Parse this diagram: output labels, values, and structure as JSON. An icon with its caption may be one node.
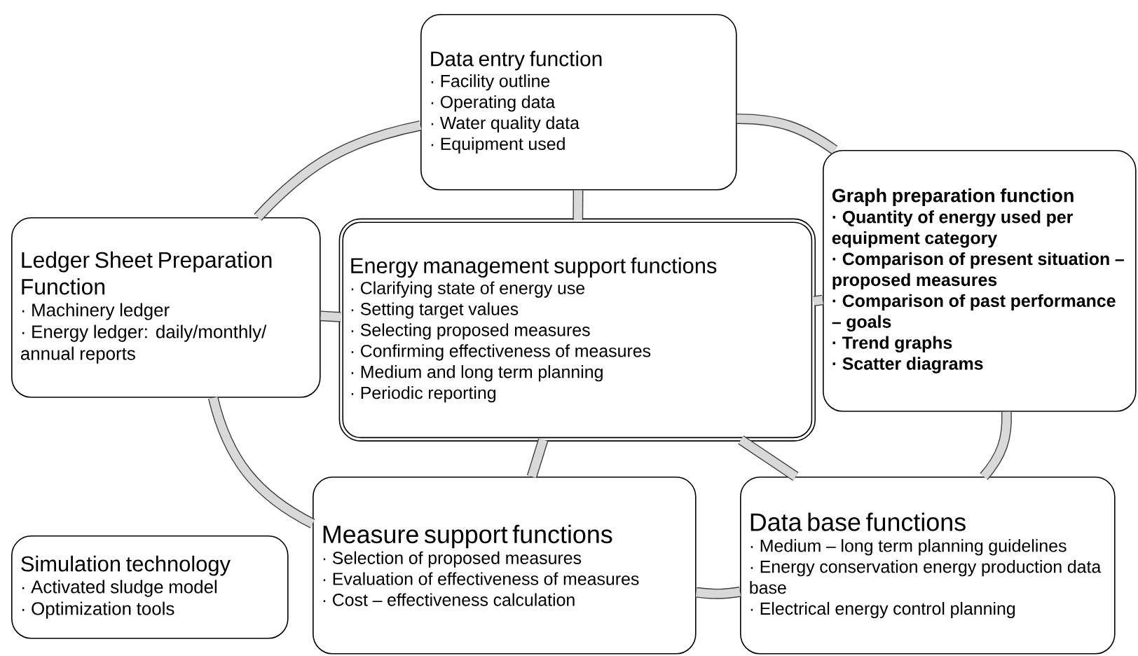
{
  "diagram": {
    "nodes": [
      {
        "text": [
          "Data entry function",
          "· Facility outline",
          "· Operating data",
          "· Water quality data",
          "· Equipment used"
        ]
      },
      {
        "text": [
          "Graph preparation function",
          "· Quantity of energy used per equipment category",
          "· Comparison of present situation – proposed measures",
          "· Comparison of past performance – goals",
          "· Trend graphs",
          "· Scatter diagrams"
        ]
      },
      {
        "text": [
          "Ledger Sheet Preparation Function",
          "· Machinery ledger",
          "· Energy ledger: daily/monthly/ annual reports"
        ]
      },
      {
        "text": [
          "Energy management support functions",
          "· Clarifying state of energy use",
          "· Setting target values",
          "· Selecting proposed measures",
          "· Confirming effectiveness of measures",
          "· Medium and long term planning",
          "· Periodic reporting"
        ]
      },
      {
        "text": [
          "Measure support functions",
          "· Selection of proposed measures",
          "· Evaluation of effectiveness of measures",
          "· Cost – effectiveness calculation"
        ]
      },
      {
        "text": [
          "Data base functions",
          "· Medium – long term planning guidelines",
          "· Energy conservation energy production data base",
          "· Electrical energy control planning"
        ]
      },
      {
        "text": [
          "Simulation technology",
          "· Activated sludge model",
          "· Optimization tools"
        ]
      }
    ],
    "edges": [
      {
        "from": 0,
        "to": 1,
        "arrow": "none"
      },
      {
        "from": 1,
        "to": 5,
        "arrow": "none"
      },
      {
        "from": 5,
        "to": 4,
        "arrow": "none"
      },
      {
        "from": 4,
        "to": 2,
        "arrow": "none"
      },
      {
        "from": 2,
        "to": 0,
        "arrow": "none"
      },
      {
        "from": 3,
        "to": 0,
        "arrow": "none"
      },
      {
        "from": 3,
        "to": 1,
        "arrow": "none"
      },
      {
        "from": 3,
        "to": 5,
        "arrow": "none"
      },
      {
        "from": 3,
        "to": 4,
        "arrow": "none"
      },
      {
        "from": 3,
        "to": 2,
        "arrow": "none"
      }
    ]
  }
}
